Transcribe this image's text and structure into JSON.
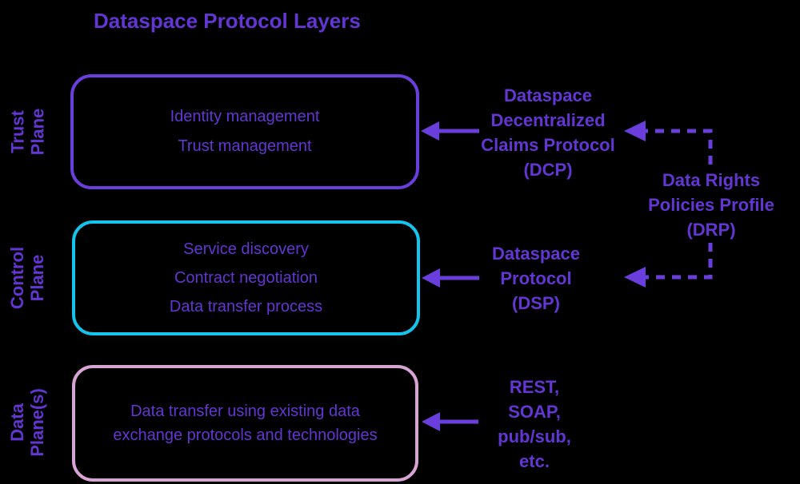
{
  "title": "Dataspace Protocol Layers",
  "colors": {
    "background": "#000000",
    "text": "#6335d2",
    "stroke": "#6a3edd",
    "trust_border": "#6a3edd",
    "control_border": "#15c4ec",
    "data_border": "#d8a4d5"
  },
  "layers": [
    {
      "plane": "Trust\nPlane",
      "box": [
        "Identity management",
        "Trust management"
      ],
      "right_label": "Dataspace\nDecentralized\nClaims Protocol\n(DCP)"
    },
    {
      "plane": "Control\nPlane",
      "box": [
        "Service discovery",
        "Contract negotiation",
        "Data transfer process"
      ],
      "right_label": "Dataspace\nProtocol\n(DSP)"
    },
    {
      "plane": "Data\nPlane(s)",
      "box": [
        "Data transfer using existing data\nexchange protocols and technologies"
      ],
      "right_label": "REST,\nSOAP,\npub/sub,\netc."
    }
  ],
  "annotation": "Data Rights\nPolicies Profile\n(DRP)"
}
